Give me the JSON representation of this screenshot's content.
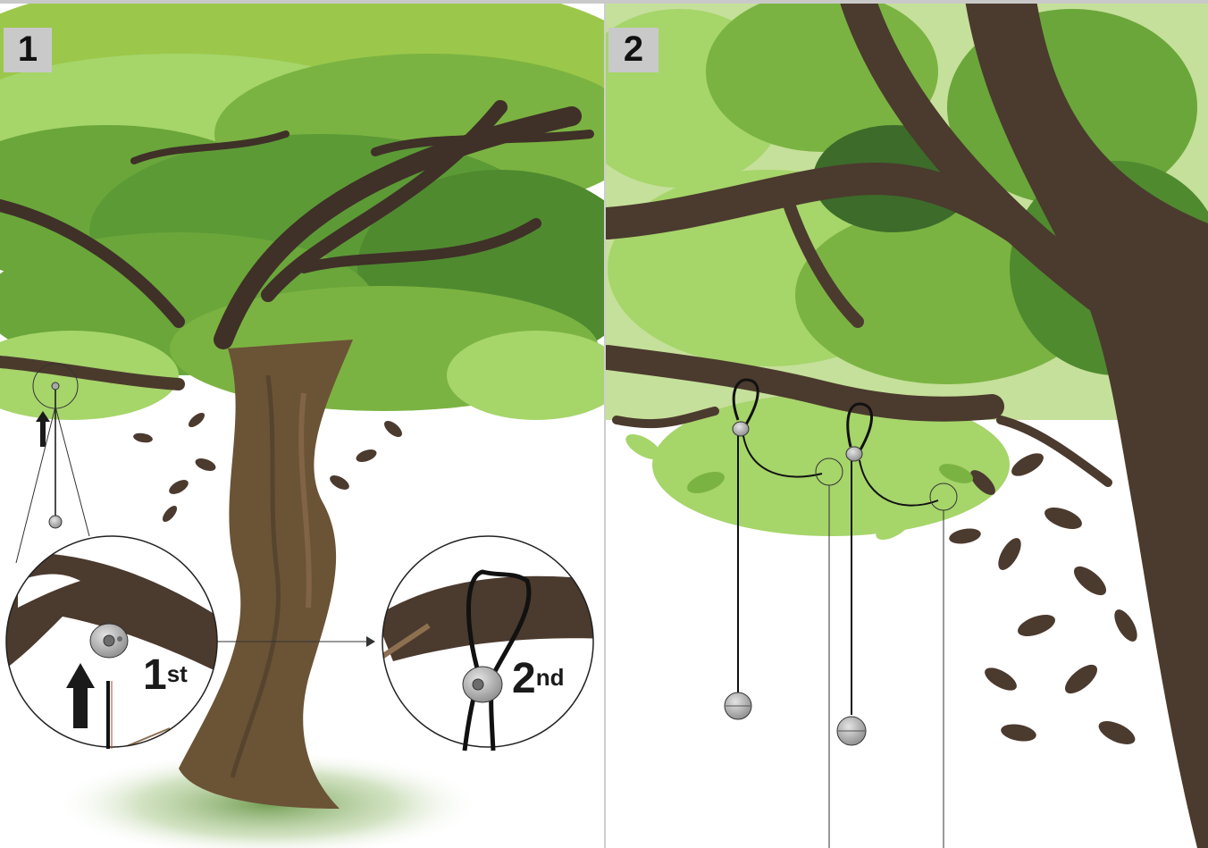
{
  "panels": [
    {
      "number": "1"
    },
    {
      "number": "2"
    }
  ],
  "steps": [
    {
      "number": "1",
      "suffix": "st"
    },
    {
      "number": "2",
      "suffix": "nd"
    }
  ],
  "colors": {
    "foliage_light": "#a6d56a",
    "foliage_mid": "#7bb342",
    "foliage_dark": "#4f8a2f",
    "foliage_deep": "#3d6b2a",
    "bark": "#3f3028",
    "bark_mid": "#6b5336",
    "trunk": "#5c4a32",
    "leaf_brown": "#4b3a2e",
    "bead": "#a8a8a8",
    "cord": "#111111",
    "badge": "#c9c9c9"
  }
}
